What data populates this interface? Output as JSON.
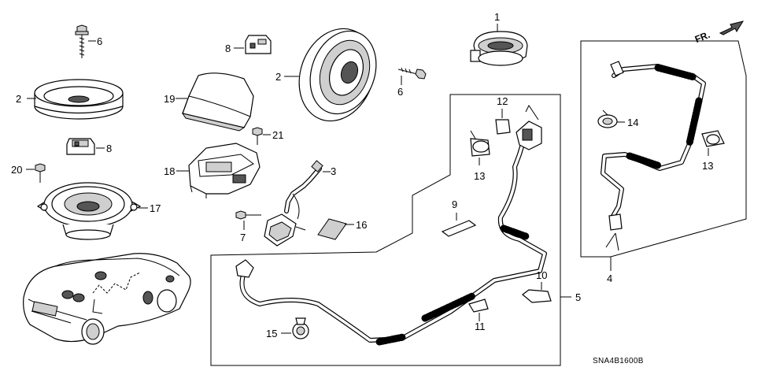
{
  "diagram": {
    "direction_label": "FR.",
    "diagram_code": "SNA4B1600B",
    "callouts": {
      "speaker_top_right": "1",
      "speaker_left": "2",
      "speaker_oval": "2",
      "antenna_lead": "3",
      "feeder_right": "4",
      "feeder_main": "5",
      "bolt_top": "6",
      "screw_mid": "6",
      "screw_bottom": "7",
      "grommet_top": "8",
      "grommet_mid": "8",
      "clip_9": "9",
      "clip_10": "10",
      "clip_11": "11",
      "clip_12": "12",
      "clamp_13a": "13",
      "clamp_13b": "13",
      "clamp_14": "14",
      "clamp_15": "15",
      "tape_16": "16",
      "speaker_17": "17",
      "bracket_18": "18",
      "cover_19": "19",
      "bolt_20": "20",
      "bolt_21": "21"
    }
  }
}
